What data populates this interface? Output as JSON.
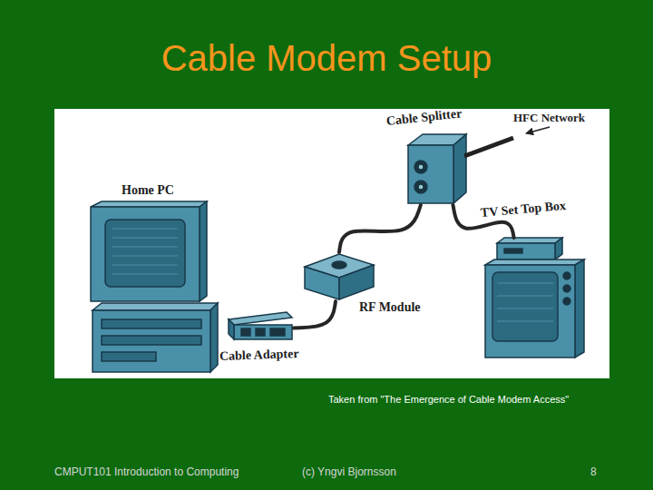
{
  "diagram": {
    "title": "Cable Modem Setup",
    "caption": "Taken from \"The Emergence of Cable Modem Access\"",
    "nodes": [
      {
        "text": [
          "Cable Splitter"
        ]
      },
      {
        "text": [
          "Home PC"
        ]
      },
      {
        "text": [
          "TV Set Top Box"
        ]
      },
      {
        "text": [
          "RF Module"
        ]
      },
      {
        "text": [
          "Cable Adapter"
        ]
      }
    ],
    "edges": [
      {
        "from": 0,
        "to": 3,
        "arrow": "none"
      },
      {
        "from": 0,
        "to": 2,
        "arrow": "none"
      },
      {
        "from": 3,
        "to": 4,
        "arrow": "none"
      }
    ],
    "labels": [
      "HFC Network",
      "CMPUT101 Introduction to Computing",
      "(c) Yngvi Bjornsson",
      "8"
    ]
  }
}
